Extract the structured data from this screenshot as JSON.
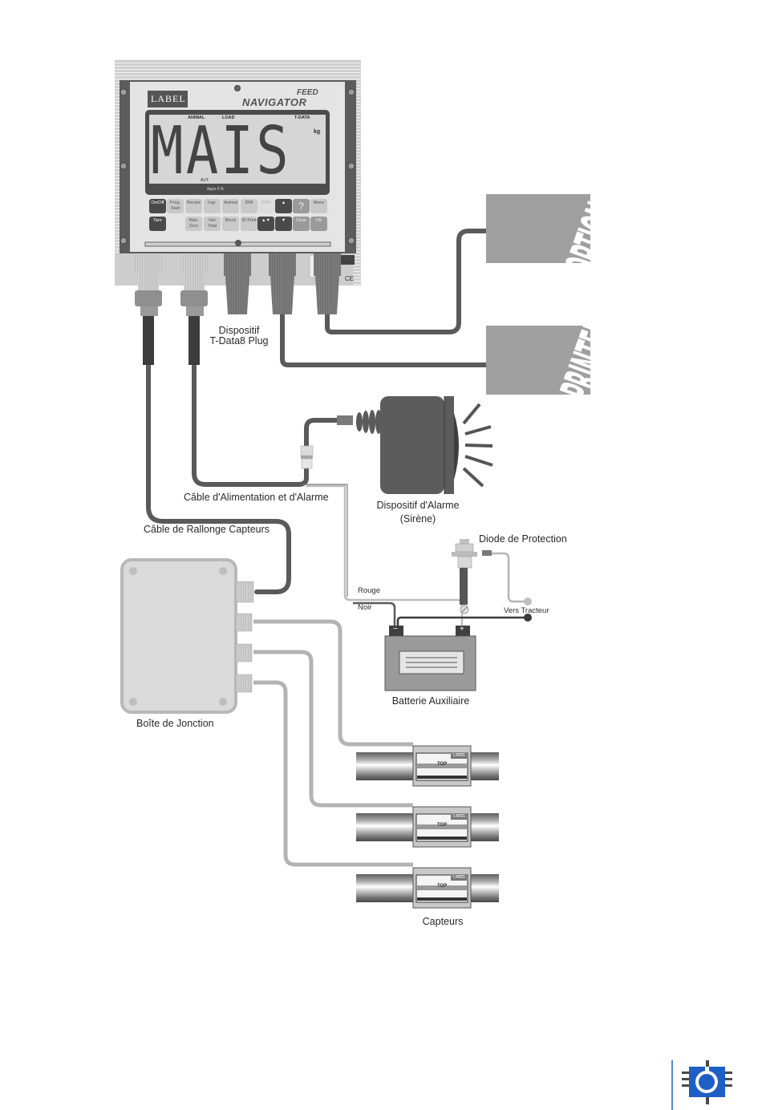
{
  "device": {
    "brand_label": "LABEL",
    "product_name_top": "FEED",
    "product_name": "NAVIGATOR",
    "display": {
      "main_text": "MAIS",
      "indicator_animal": "ANIMAL",
      "indicator_load": "LOAD",
      "indicator_aut": "AUT.",
      "indicator_tdata": "T-DATA",
      "unit": "kg",
      "status_row": "Apps F.%"
    },
    "keypad": [
      {
        "label": "On/Off",
        "style": "dark"
      },
      {
        "label": "Prog. Start",
        "style": "normal"
      },
      {
        "label": "Recipe",
        "style": "normal"
      },
      {
        "label": "Ingr.",
        "style": "normal"
      },
      {
        "label": "Animal",
        "style": "normal"
      },
      {
        "label": "DMI",
        "style": "normal"
      },
      {
        "label": "DTH",
        "style": "light"
      },
      {
        "label": "▲",
        "style": "dark"
      },
      {
        "label": "?",
        "style": "mid"
      },
      {
        "label": "Menu",
        "style": "normal"
      },
      {
        "label": "Tare",
        "style": "dark"
      },
      {
        "label": "Man. Zero",
        "style": "normal"
      },
      {
        "label": "Net Total",
        "style": "normal"
      },
      {
        "label": "Block",
        "style": "normal"
      },
      {
        "label": "ID Print",
        "style": "normal"
      },
      {
        "label": "▲▼",
        "style": "dark"
      },
      {
        "label": "▼",
        "style": "dark"
      },
      {
        "label": "Clear",
        "style": "mid"
      },
      {
        "label": "OK",
        "style": "mid"
      }
    ]
  },
  "labels": {
    "tdata_plug": [
      "Dispositif",
      "T-Data8 Plug"
    ],
    "optional": "OPTIONAL",
    "printer": "PRINTER",
    "power_alarm_cable": "Câble d'Alimentation et d'Alarme",
    "alarm_device": [
      "Dispositif d'Alarme",
      "(Sirène)"
    ],
    "sensor_extension_cable": "Câble de Rallonge Capteurs",
    "protection_diode": "Diode de Protection",
    "wire_red": "Rouge",
    "wire_black": "Noir",
    "to_tractor": "Vers Tracteur",
    "battery_minus": "−",
    "battery_plus": "+",
    "battery": "Batterie Auxiliaire",
    "junction_box": "Boîte de Jonction",
    "sensors": "Capteurs",
    "sensor_plate_text": "TOP",
    "sensor_plate_brand": "LABEL"
  },
  "colors": {
    "cable_dark": "#5a5a5a",
    "cable_light": "#b5b5b5",
    "device_frame": "#5c5c5c",
    "panel": "#e2e2e2",
    "stamp_bg": "#9f9f9f",
    "logo_blue": "#1f5ec4",
    "logo_dark": "#4a4a4a"
  }
}
